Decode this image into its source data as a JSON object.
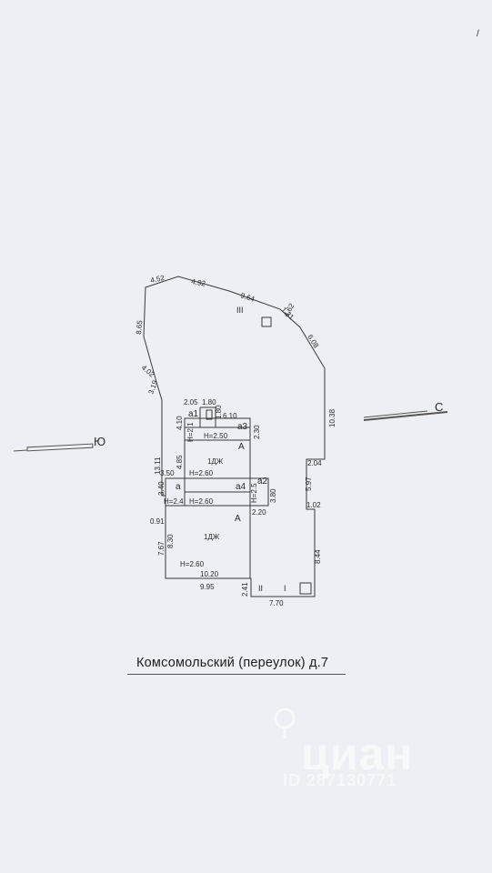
{
  "caption": "Комсомольский (переулок) д.7",
  "directions": {
    "north": "С",
    "south": "Ю"
  },
  "zones": [
    "III",
    "II",
    "I"
  ],
  "labels": {
    "lit_A_top": "А",
    "lit_A_bottom": "А",
    "a1": "а1",
    "a2": "а2",
    "a3": "а3",
    "a4": "а4",
    "a": "а",
    "room_top": "1ДЖ",
    "room_bottom": "1ДЖ",
    "h_a3": "H=2.50",
    "h_top": "H=2.60",
    "h_a": "H=2.4",
    "h_a4": "H=2.60",
    "h_bottom": "H=2.60",
    "h_a1": "H=2.1",
    "h_a2": "H=2.5"
  },
  "dims": {
    "d_452": "4.52",
    "d_492": "4.92",
    "d_964": "9.64",
    "d_131": "1.31",
    "d_462": "4.62",
    "d_608": "6.08",
    "d_1038": "10.38",
    "d_865": "8.65",
    "d_402": "4.02",
    "d_319": "3.19",
    "d_1311": "13.11",
    "d_091": "0.91",
    "d_767": "7.67",
    "d_995": "9.95",
    "d_241": "2.41",
    "d_770": "7.70",
    "d_844": "8.44",
    "d_102": "1.02",
    "d_597": "5.97",
    "d_204": "2.04",
    "d_205": "2.05",
    "d_180a": "1.80",
    "d_180b": "1.80",
    "d_610": "6.10",
    "d_410": "4.10",
    "d_230": "2.30",
    "d_485": "4.85",
    "d_350": "3.50",
    "d_340": "3.40",
    "d_380": "3.80",
    "d_220": "2.20",
    "d_830": "8.30",
    "d_1020": "10.20"
  },
  "watermark": {
    "brand": "циан",
    "id": "ID 287130771"
  },
  "marker": "/"
}
